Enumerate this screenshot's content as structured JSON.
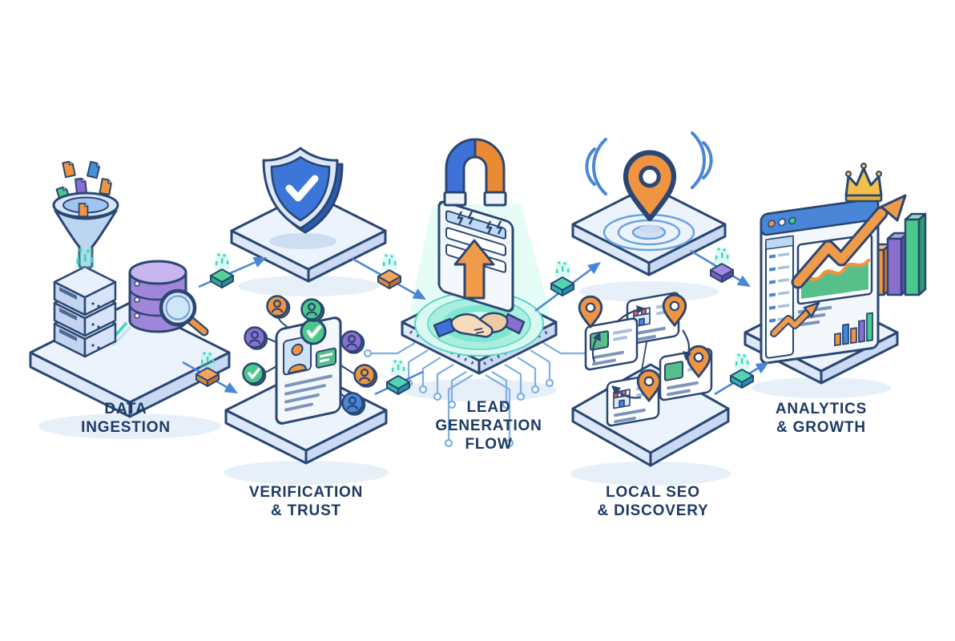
{
  "diagram": {
    "type": "isometric-lead-generation-pipeline",
    "background_color": "#ffffff",
    "text_color": "#1d3a66",
    "stages": [
      {
        "id": "data-ingestion",
        "label_lines": [
          "DATA",
          "INGESTION"
        ],
        "icons": [
          "funnel-icon",
          "documents-icon",
          "server-stack-icon",
          "database-icon",
          "magnifier-icon"
        ]
      },
      {
        "id": "verification-trust",
        "label_lines": [
          "VERIFICATION",
          "& TRUST"
        ],
        "icons": [
          "shield-check-icon",
          "id-card-icon",
          "user-badges-icon",
          "check-badge-icon"
        ]
      },
      {
        "id": "lead-generation-flow",
        "label_lines": [
          "LEAD",
          "GENERATION",
          "FLOW"
        ],
        "icons": [
          "magnet-icon",
          "lead-form-icon",
          "up-arrow-icon",
          "handshake-icon",
          "circuit-traces-icon"
        ]
      },
      {
        "id": "local-seo-discovery",
        "label_lines": [
          "LOCAL SEO",
          "& DISCOVERY"
        ],
        "icons": [
          "map-pin-icon",
          "signal-waves-icon",
          "listing-cards-icon",
          "storefront-icon"
        ]
      },
      {
        "id": "analytics-growth",
        "label_lines": [
          "ANALYTICS",
          "& GROWTH"
        ],
        "icons": [
          "browser-dashboard-icon",
          "area-chart-icon",
          "bar-chart-icon",
          "growth-arrow-icon",
          "crown-icon",
          "bar-columns-icon"
        ]
      }
    ],
    "connectors": [
      {
        "from": "data-ingestion",
        "to": "verification-shield",
        "chip_color": "green"
      },
      {
        "from": "data-ingestion",
        "to": "verification-cards",
        "chip_color": "orange"
      },
      {
        "from": "verification-shield",
        "to": "lead-generation-flow",
        "chip_color": "orange"
      },
      {
        "from": "verification-cards",
        "to": "lead-generation-flow",
        "chip_color": "teal"
      },
      {
        "from": "lead-generation-flow",
        "to": "local-seo-pin",
        "chip_color": "teal"
      },
      {
        "from": "local-seo-pin",
        "to": "analytics-growth",
        "chip_color": "purple"
      },
      {
        "from": "local-seo-cards",
        "to": "analytics-growth",
        "chip_color": "teal"
      }
    ],
    "palette": {
      "outline": "#2a4672",
      "platform_top": "#edf3fc",
      "platform_side": "#c9d9f2",
      "blue": "#3f72d8",
      "light_blue": "#bfd8f3",
      "orange": "#ef9440",
      "purple": "#8a6fd0",
      "green": "#49c98b",
      "teal": "#3fd4bf",
      "gold": "#f3c04c",
      "connector": "#4a86d8"
    }
  }
}
